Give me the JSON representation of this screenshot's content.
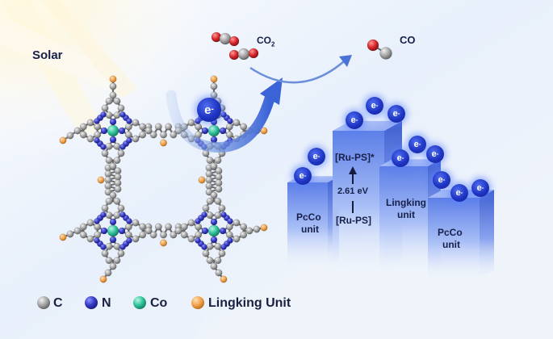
{
  "title": "Solar",
  "molecules": {
    "co2_label": "CO",
    "co2_subscript": "2",
    "co_label": "CO"
  },
  "electron": {
    "symbol": "e",
    "charge": "-"
  },
  "pillars": {
    "left_label_line1": "PcCo",
    "left_label_line2": "unit",
    "center_excited": "[Ru-PS]*",
    "center_energy": "2.61 eV",
    "center_ground": "[Ru-PS]",
    "mid_label_line1": "Lingking",
    "mid_label_line2": "unit",
    "right_label_line1": "PcCo",
    "right_label_line2": "unit"
  },
  "legend": [
    {
      "symbol": "C",
      "color": "#9a9a9a",
      "icon": "carbon-atom-icon"
    },
    {
      "symbol": "N",
      "color": "#3a3fb8",
      "icon": "nitrogen-atom-icon"
    },
    {
      "symbol": "Co",
      "color": "#2fc29a",
      "icon": "cobalt-atom-icon"
    },
    {
      "symbol": "Lingking Unit",
      "color": "#f2a24a",
      "icon": "linking-unit-icon"
    }
  ],
  "colors": {
    "carbon": "#9a9a9a",
    "nitrogen": "#3a3fb8",
    "cobalt": "#2fc29a",
    "linker": "#f2a24a",
    "oxygen": "#d9262b",
    "pillar": "#6f8ff0",
    "arrow": "#3a63d8"
  }
}
